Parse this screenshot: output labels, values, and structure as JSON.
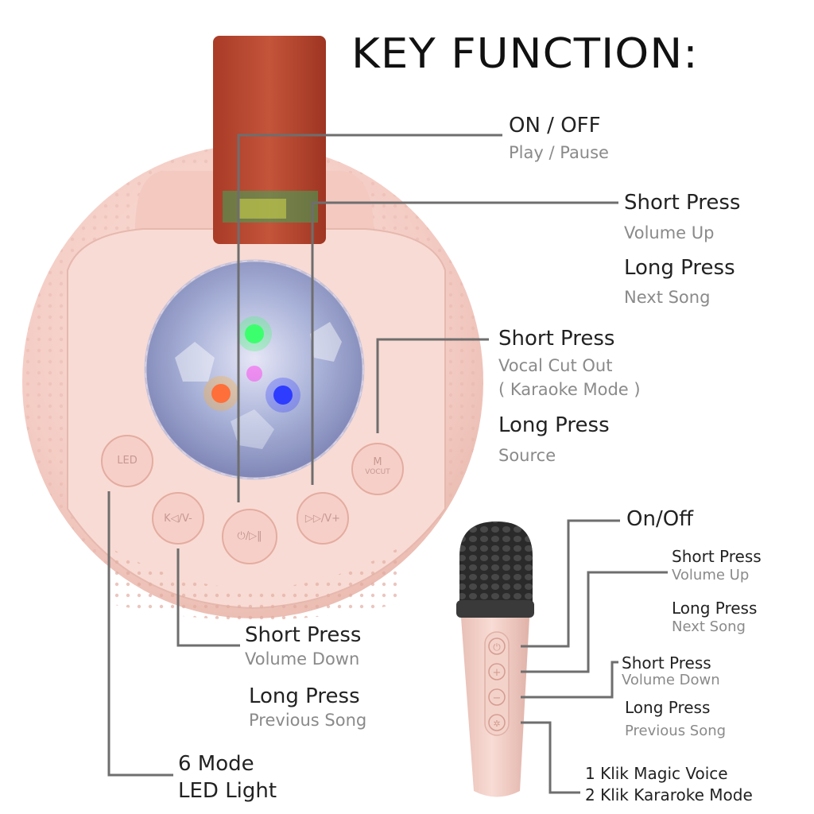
{
  "title": "KEY FUNCTION:",
  "speaker": {
    "buttons": {
      "led": "LED",
      "prev": "K◁/V-",
      "power": "⏻/▷‖",
      "next": "▷▷/V+",
      "mode_top": "M",
      "mode_bottom": "VOCUT"
    },
    "callouts": {
      "power": {
        "line1": "ON / OFF",
        "line2": "Play / Pause"
      },
      "next": {
        "short_title": "Short Press",
        "short_desc": "Volume Up",
        "long_title": "Long Press",
        "long_desc": "Next Song"
      },
      "mode": {
        "short_title": "Short Press",
        "short_desc1": "Vocal Cut Out",
        "short_desc2": "( Karaoke Mode )",
        "long_title": "Long Press",
        "long_desc": "Source"
      },
      "prev": {
        "short_title": "Short Press",
        "short_desc": "Volume Down",
        "long_title": "Long Press",
        "long_desc": "Previous Song"
      },
      "led": {
        "line1": "6 Mode",
        "line2": "LED Light"
      }
    }
  },
  "microphone": {
    "callouts": {
      "power": "On/Off",
      "plus": {
        "short_title": "Short Press",
        "short_desc": "Volume Up",
        "long_title": "Long Press",
        "long_desc": "Next Song"
      },
      "minus": {
        "short_title": "Short Press",
        "short_desc": "Volume Down",
        "long_title": "Long Press",
        "long_desc": "Previous Song"
      },
      "magic": {
        "line1": "1 Klik Magic Voice",
        "line2": "2 Klik Kararoke Mode"
      }
    }
  },
  "colors": {
    "body": "#f6d3cc",
    "strap": "#b8452f",
    "line": "#6e6e6e",
    "mic_grill": "#2a2a2a"
  }
}
